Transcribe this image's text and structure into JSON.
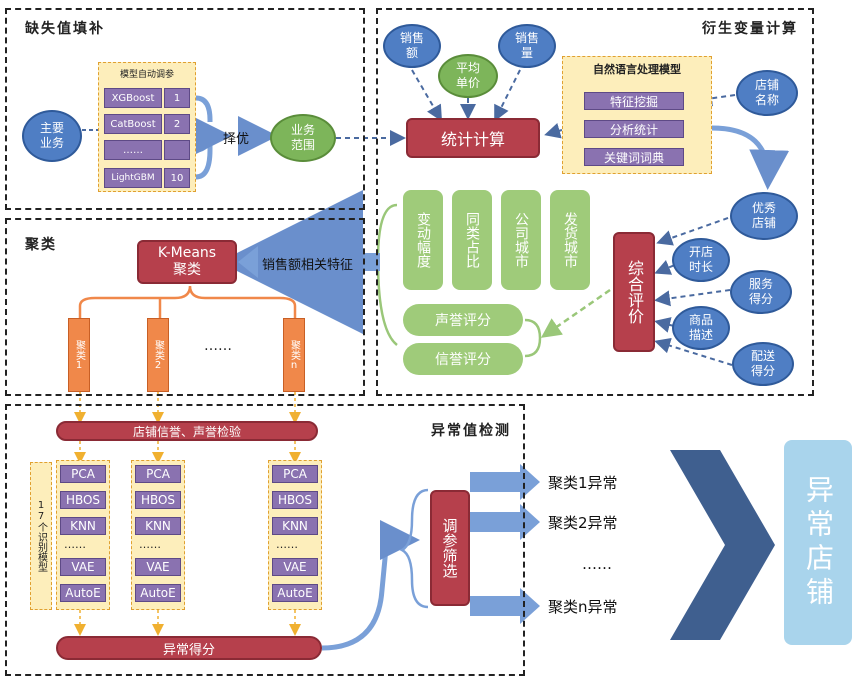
{
  "panels": {
    "missing": "缺失值填补",
    "derived": "衍生变量计算",
    "cluster": "聚类",
    "anomaly": "异常值检测"
  },
  "missing": {
    "main_business": "主要\n业务",
    "auto_tune": "模型自动调参",
    "models": [
      {
        "name": "XGBoost",
        "rank": "1"
      },
      {
        "name": "CatBoost",
        "rank": "2"
      },
      {
        "name": "……",
        "rank": ""
      },
      {
        "name": "LightGBM",
        "rank": "10"
      }
    ],
    "select_best": "择优",
    "business_scope": "业务\n范围"
  },
  "derived": {
    "sales_amount": "销售\n额",
    "avg_price": "平均\n单价",
    "sales_volume": "销售\n量",
    "stat_calc": "统计计算",
    "nlp_model": "自然语言处理模型",
    "nlp_items": [
      "特征挖掘",
      "分析统计",
      "关键词词典"
    ],
    "store_name": "店铺\n名称",
    "features": [
      "变动幅度",
      "同类占比",
      "公司城市",
      "发货城市"
    ],
    "reputation": "声誉评分",
    "credit": "信誉评分",
    "composite": "综合评价",
    "excellent_store": "优秀\n店铺",
    "open_duration": "开店\n时长",
    "service_score": "服务\n得分",
    "product_desc": "商品\n描述",
    "delivery_score": "配送\n得分"
  },
  "cluster": {
    "kmeans": "K-Means\n聚类",
    "sales_feature": "销售额相关特征",
    "cluster_labels": [
      "聚类1",
      "聚类2",
      "聚类n"
    ],
    "dots": "……"
  },
  "anomaly": {
    "check": "店铺信誉、声誉检验",
    "models_label": "17个识别模型",
    "model_names": [
      "PCA",
      "HBOS",
      "KNN",
      "……",
      "VAE",
      "AutoE"
    ],
    "anomaly_score": "异常得分",
    "tune_filter": "调参筛选",
    "outputs": [
      "聚类1异常",
      "聚类2异常",
      "……",
      "聚类n异常"
    ],
    "final": "异常店铺"
  },
  "colors": {
    "blue": "#4f7ec4",
    "green": "#7db55a",
    "red": "#b6404c",
    "purple": "#8a72b0",
    "orange": "#f0884a",
    "yellow": "#fdeebb",
    "final_bg": "#a9d4ec",
    "chevron": "#3f5f8f"
  }
}
